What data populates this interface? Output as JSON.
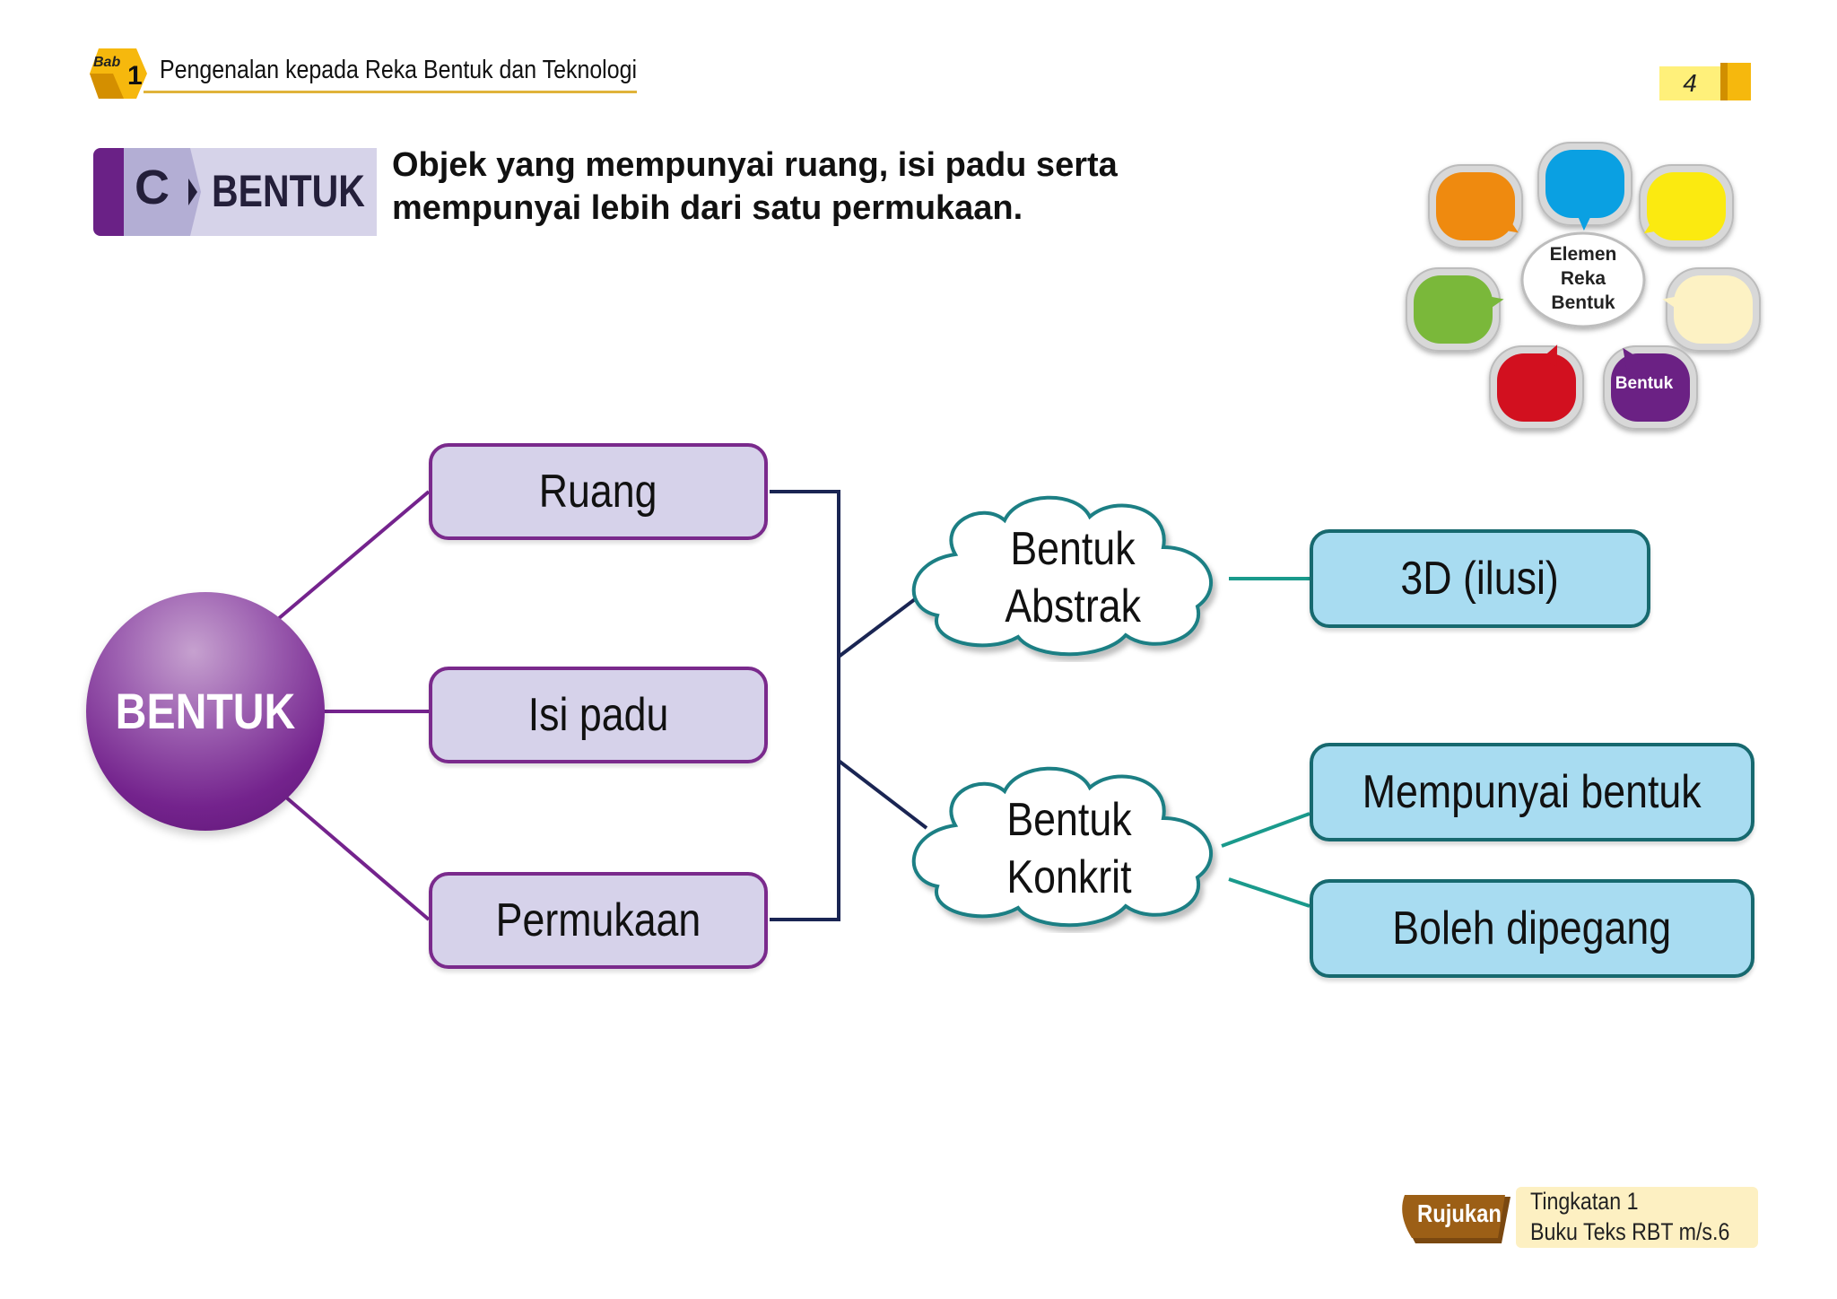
{
  "header": {
    "chapter_tag": "Bab",
    "chapter_number": "1",
    "chapter_title": "Pengenalan kepada Reka Bentuk dan Teknologi",
    "page_number": "4"
  },
  "section": {
    "letter": "C",
    "title": "BENTUK",
    "definition_line1": "Objek yang mempunyai ruang, isi padu serta",
    "definition_line2": "mempunyai lebih dari satu permukaan."
  },
  "elements_wheel": {
    "center_line1": "Elemen",
    "center_line2": "Reka",
    "center_line3": "Bentuk",
    "highlighted_label": "Bentuk",
    "bubble_colors": [
      "#0aa0e2",
      "#fbea10",
      "#fdf2c4",
      "#6b2184",
      "#d2101f",
      "#7ab83a",
      "#ef8a0f"
    ]
  },
  "diagram": {
    "root": "BENTUK",
    "properties": [
      "Ruang",
      "Isi padu",
      "Permukaan"
    ],
    "types": [
      {
        "line1": "Bentuk",
        "line2": "Abstrak",
        "details": [
          "3D (ilusi)"
        ]
      },
      {
        "line1": "Bentuk",
        "line2": "Konkrit",
        "details": [
          "Mempunyai bentuk",
          "Boleh dipegang"
        ]
      }
    ],
    "colors": {
      "root_purple": "#74238d",
      "property_fill": "#d6d2ea",
      "property_border": "#7a2a8c",
      "detail_fill": "#a8dcf1",
      "detail_border": "#17696f"
    }
  },
  "reference": {
    "tag": "Rujukan",
    "line1": "Tingkatan 1",
    "line2": "Buku Teks RBT m/s.6"
  }
}
